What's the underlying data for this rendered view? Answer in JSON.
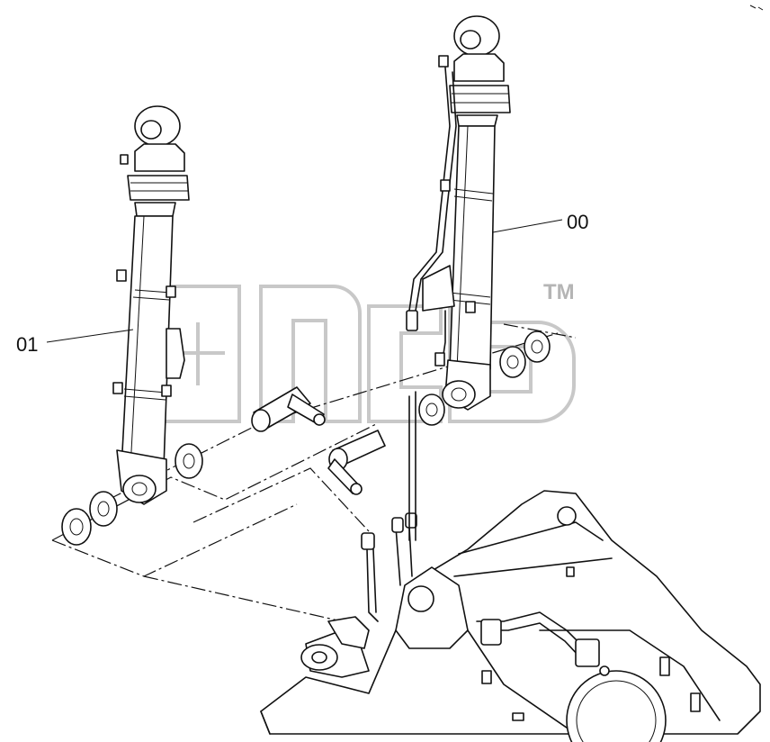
{
  "diagram": {
    "labels": {
      "part_00": "00",
      "part_01": "01"
    },
    "watermark": {
      "trademark": "TM"
    },
    "colors": {
      "line": "#111111",
      "background": "#ffffff",
      "watermark": "#c8c8c8"
    }
  }
}
